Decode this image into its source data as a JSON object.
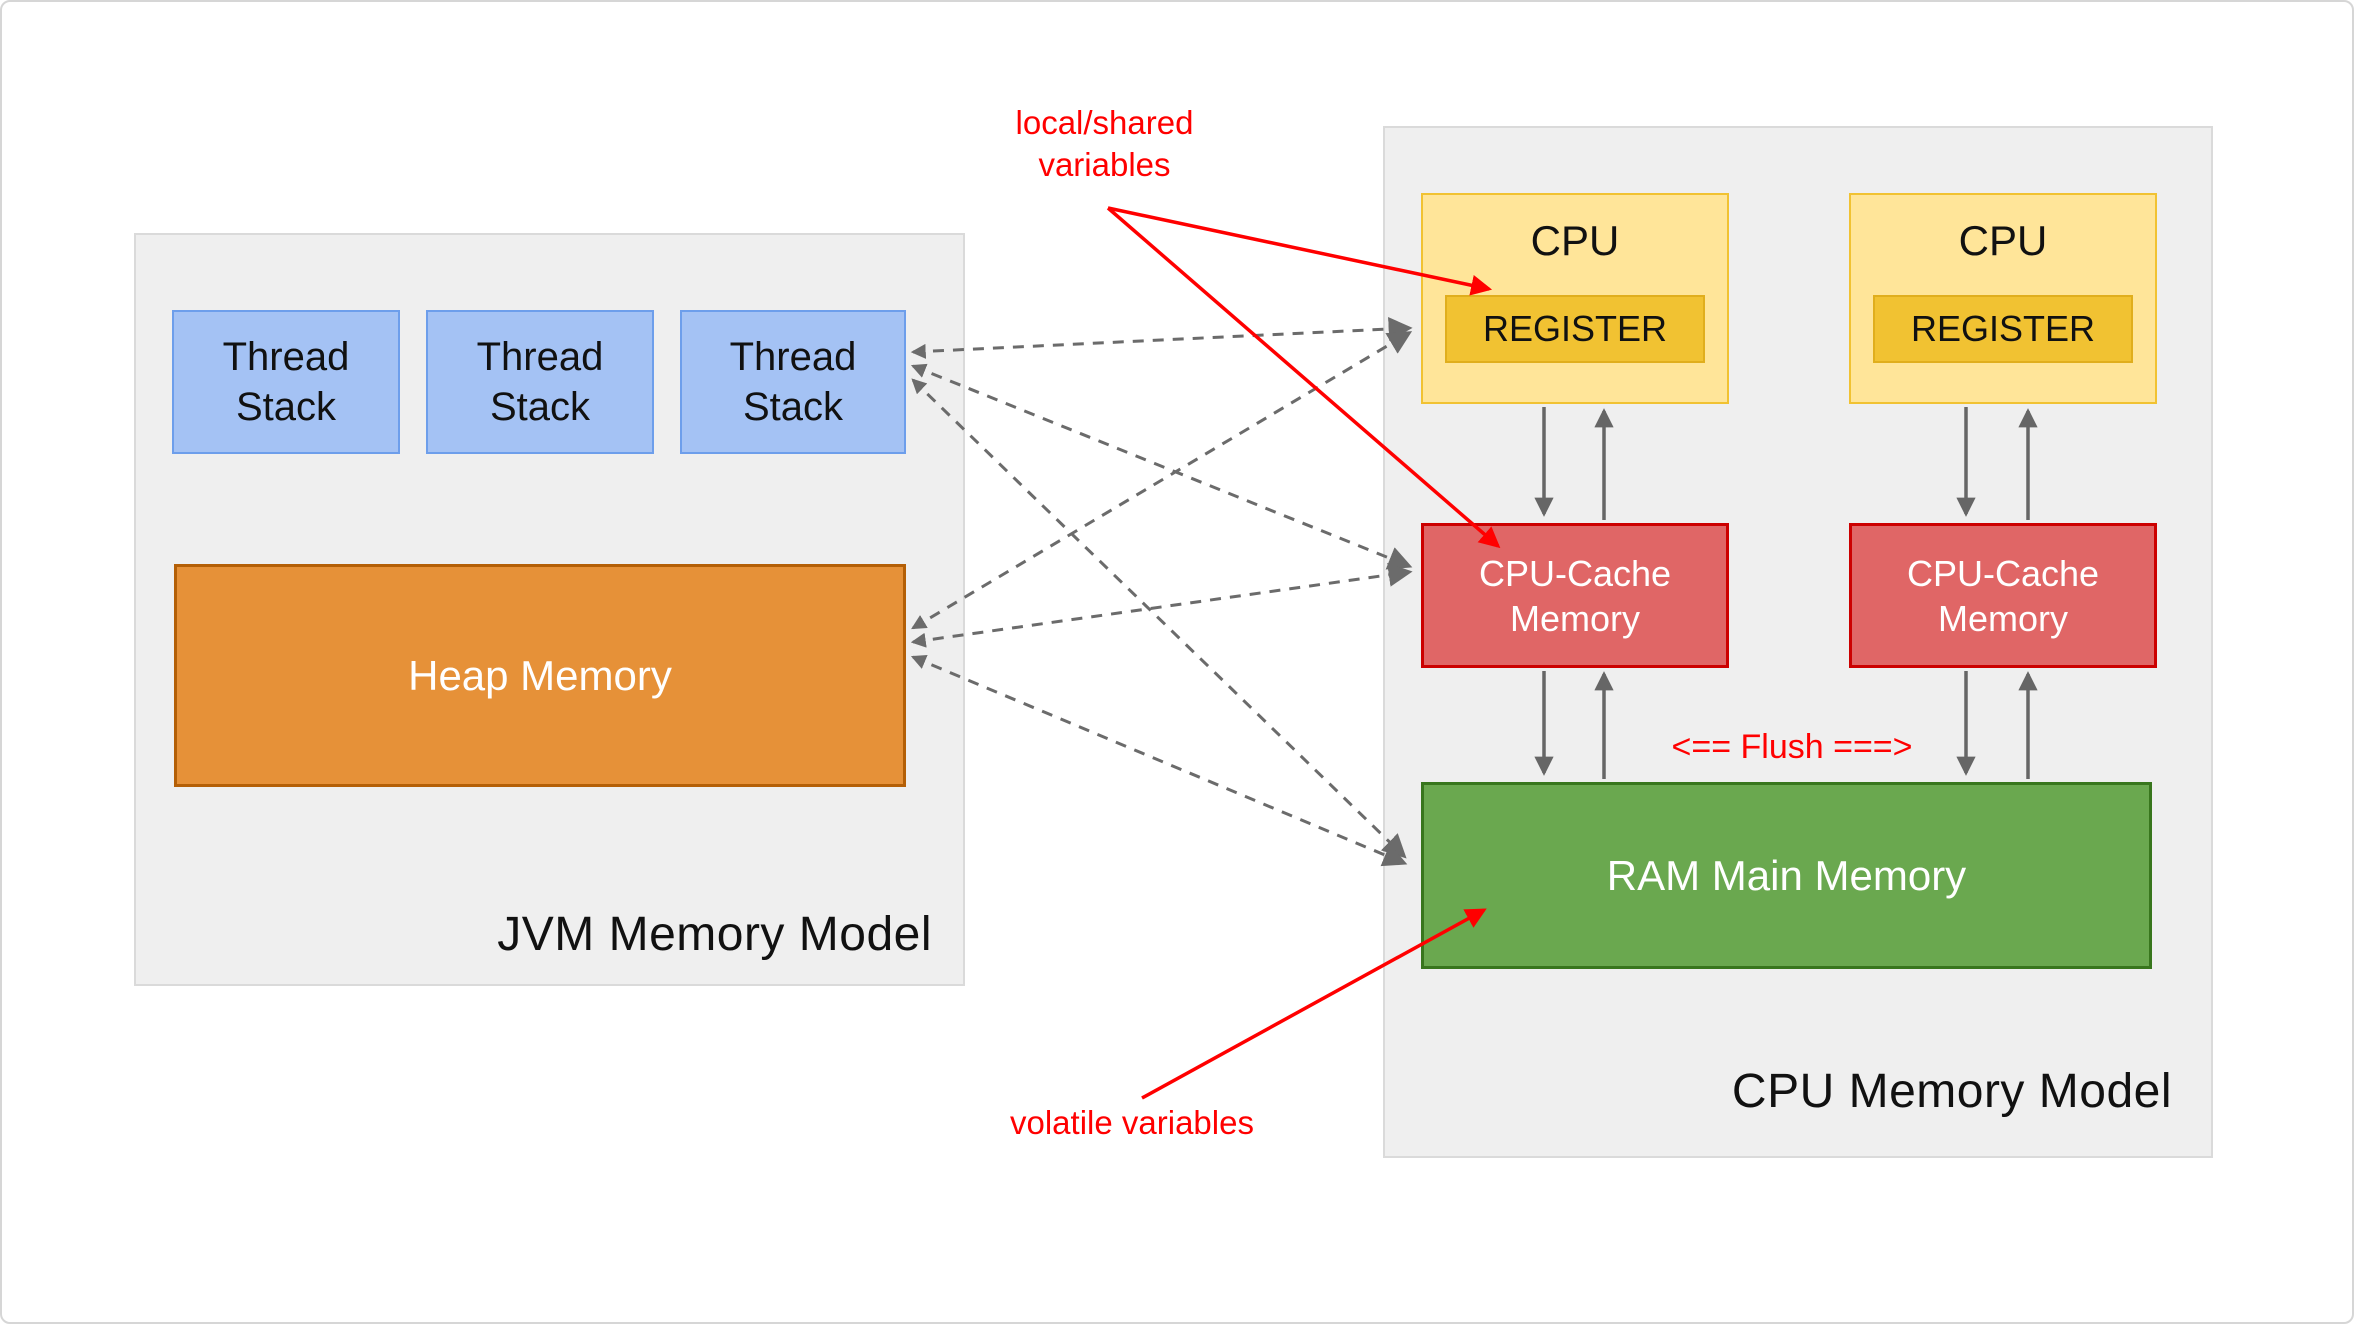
{
  "palette": {
    "panel_bg": "#efefef",
    "thread_fill": "#a4c2f4",
    "thread_border": "#6d9eeb",
    "heap_fill": "#e69138",
    "heap_border": "#b45f06",
    "cpu_fill": "#ffe599",
    "cpu_border": "#f1c232",
    "register_fill": "#f1c232",
    "cache_fill": "#e06666",
    "cache_border": "#cc0000",
    "ram_fill": "#6aa84f",
    "ram_border": "#38761d",
    "arrow_gray": "#666666",
    "annotation_red": "#ff0000"
  },
  "jvm": {
    "label": "JVM Memory Model",
    "thread_stacks": [
      {
        "label": "Thread Stack"
      },
      {
        "label": "Thread Stack"
      },
      {
        "label": "Thread Stack"
      }
    ],
    "heap_label": "Heap Memory"
  },
  "cpu": {
    "label": "CPU Memory Model",
    "units": [
      {
        "cpu_label": "CPU",
        "register_label": "REGISTER",
        "cache_label": "CPU-Cache Memory"
      },
      {
        "cpu_label": "CPU",
        "register_label": "REGISTER",
        "cache_label": "CPU-Cache Memory"
      }
    ],
    "ram_label": "RAM Main Memory",
    "flush_label": "<== Flush ===>"
  },
  "annotations": {
    "local_shared_label": "local/shared variables",
    "volatile_label": "volatile variables"
  }
}
